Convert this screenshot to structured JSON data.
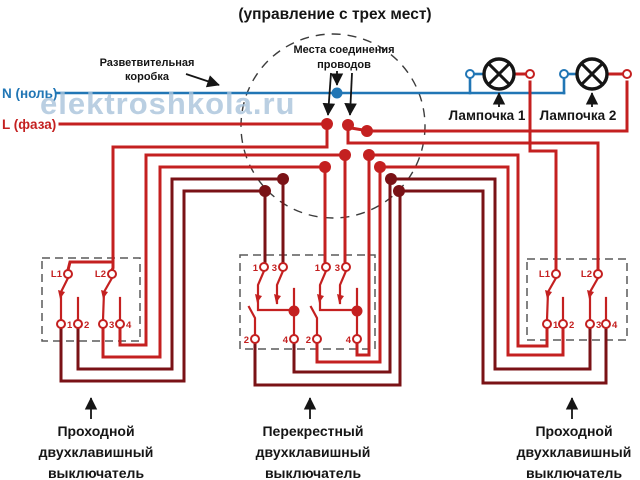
{
  "title": "(управление с трех мест)",
  "colors": {
    "wire_bright": "#c42020",
    "wire_dark": "#7a1216",
    "neutral_blue": "#2176b5",
    "black": "#151515",
    "watermark": "#a9c4dc"
  },
  "legend": {
    "neutral": "N (ноль)",
    "phase": "L (фаза)"
  },
  "junction_box": {
    "label_line1": "Разветвительная",
    "label_line2": "коробка",
    "points_line1": "Места соединения",
    "points_line2": "проводов"
  },
  "lamps": {
    "lamp1": "Лампочка 1",
    "lamp2": "Лампочка 2"
  },
  "switches": {
    "left": {
      "caption": [
        "Проходной",
        "двухклавишный",
        "выключатель"
      ],
      "commons": [
        "L1",
        "L2"
      ],
      "contacts": [
        "1",
        "2",
        "3",
        "4"
      ]
    },
    "middle": {
      "caption": [
        "Перекрестный",
        "двухклавишный",
        "выключатель"
      ],
      "top": [
        "1",
        "3",
        "1",
        "3"
      ],
      "bottom": [
        "2",
        "4",
        "2",
        "4"
      ]
    },
    "right": {
      "caption": [
        "Проходной",
        "двухклавишный",
        "выключатель"
      ],
      "commons": [
        "L1",
        "L2"
      ],
      "contacts": [
        "1",
        "2",
        "3",
        "4"
      ]
    }
  },
  "watermark": "elektroshkola.ru"
}
